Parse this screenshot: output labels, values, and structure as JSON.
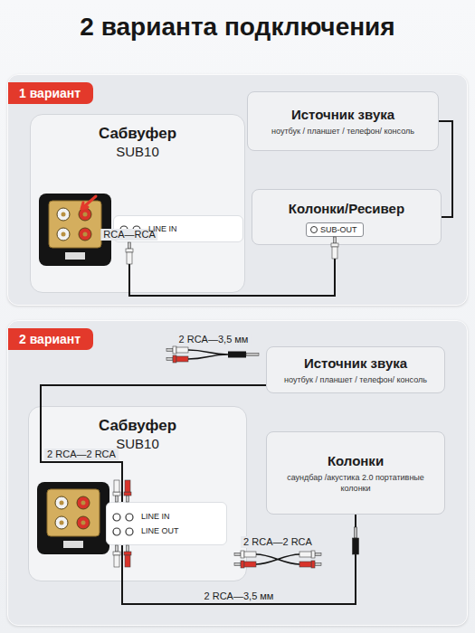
{
  "diagram": {
    "title": "2 варианта подключения",
    "nodes": [
      {
        "text": [
          "1 вариант"
        ]
      },
      {
        "text": [
          "Сабвуфер",
          "SUB10"
        ],
        "in": 0
      },
      {
        "text": [
          "LINE IN"
        ],
        "in": 1
      },
      {
        "text": [
          "Источник звука",
          "ноутбук / планшет / телефон/ консоль"
        ],
        "in": 0
      },
      {
        "text": [
          "Колонки/Ресивер"
        ],
        "in": 0
      },
      {
        "text": [
          "SUB-OUT"
        ],
        "in": 4
      },
      {
        "text": [
          "2 вариант"
        ]
      },
      {
        "text": [
          "Источник звука",
          "ноутбук / планшет / телефон/ консоль"
        ],
        "in": 6
      },
      {
        "text": [
          "Сабвуфер",
          "SUB10"
        ],
        "in": 6
      },
      {
        "text": [
          "LINE IN",
          "LINE OUT"
        ],
        "in": 8
      },
      {
        "text": [
          "Колонки",
          "саундбар /акустика 2.0 портативные колонки"
        ],
        "in": 6
      }
    ],
    "edges": [
      {
        "from": 3,
        "to": 4,
        "arrow": "none"
      },
      {
        "from": 2,
        "to": 5,
        "label": "RCA—RCA",
        "arrow": "none"
      },
      {
        "from": 7,
        "to": 9,
        "label": "2 RCA—2 RCA",
        "arrow": "none"
      },
      {
        "from": 9,
        "to": 10,
        "label": "2 RCA—3,5 мм",
        "arrow": "none"
      }
    ],
    "labels": [
      "2 RCA—3,5 мм",
      "2 RCA—2 RCA"
    ]
  }
}
